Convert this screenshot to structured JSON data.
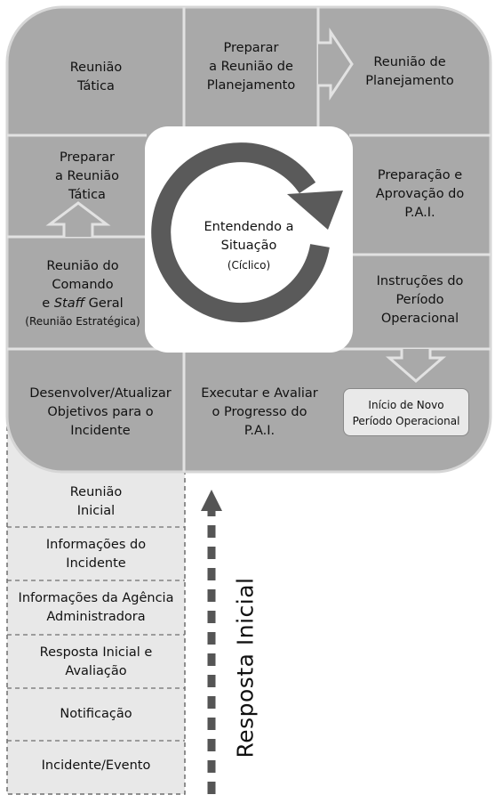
{
  "cycle": {
    "reuniao_tatica": "Reunião\nTática",
    "preparar_reuniao_planejamento": "Preparar\na Reunião de\nPlanejamento",
    "reuniao_planejamento": "Reunião de\nPlanejamento",
    "preparar_reuniao_tatica": "Preparar\na Reunião\nTática",
    "preparacao_aprovacao": "Preparação e\nAprovação do\nP.A.I.",
    "reuniao_comando_l1": "Reunião do\nComando",
    "reuniao_comando_prefix": "e ",
    "reuniao_comando_italic": "Staff",
    "reuniao_comando_suffix": " Geral",
    "reuniao_comando_sub": "(Reunião Estratégica)",
    "instrucoes_periodo": "Instruções do\nPeríodo\nOperacional",
    "desenvolver_objetivos": "Desenvolver/Atualizar\nObjetivos para o\nIncidente",
    "executar_avaliar": "Executar e Avaliar\no Progresso do\nP.A.I.",
    "inicio_novo_periodo": "Início de Novo\nPeríodo Operacional"
  },
  "center": {
    "title": "Entendendo a\nSituação",
    "subtitle": "(Cíclico)"
  },
  "initial_list": [
    "Reunião\nInicial",
    "Informações do\nIncidente",
    "Informações da Agência\nAdministradora",
    "Resposta Inicial e\nAvaliação",
    "Notificação",
    "Incidente/Evento"
  ],
  "vertical_label": "Resposta Inicial",
  "colors": {
    "block_fill": "#a9a9a9",
    "list_fill": "#e8e8e8",
    "cycle_arrow": "#555555",
    "divider": "#e2e2e2",
    "dash_arrow": "#555555"
  }
}
